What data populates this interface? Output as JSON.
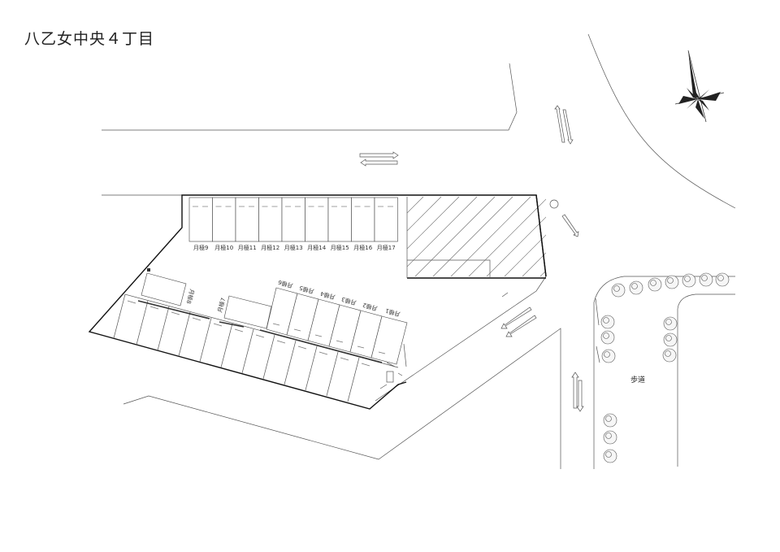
{
  "title": "八乙女中央４丁目",
  "walkway_label": "歩道",
  "top_row_stalls": [
    "月極9",
    "月極10",
    "月極11",
    "月極12",
    "月極13",
    "月極14",
    "月極15",
    "月極16",
    "月極17"
  ],
  "lower_block_stalls": [
    "月極6",
    "月極5",
    "月極4",
    "月極3",
    "月極2",
    "月極1"
  ],
  "single_stalls": [
    "月極8",
    "月極7"
  ],
  "icons": {
    "compass": "north-arrow-compass",
    "trees": "street-tree",
    "traffic_arrows": "one-way-arrow",
    "entrance": "parking-entrance"
  }
}
